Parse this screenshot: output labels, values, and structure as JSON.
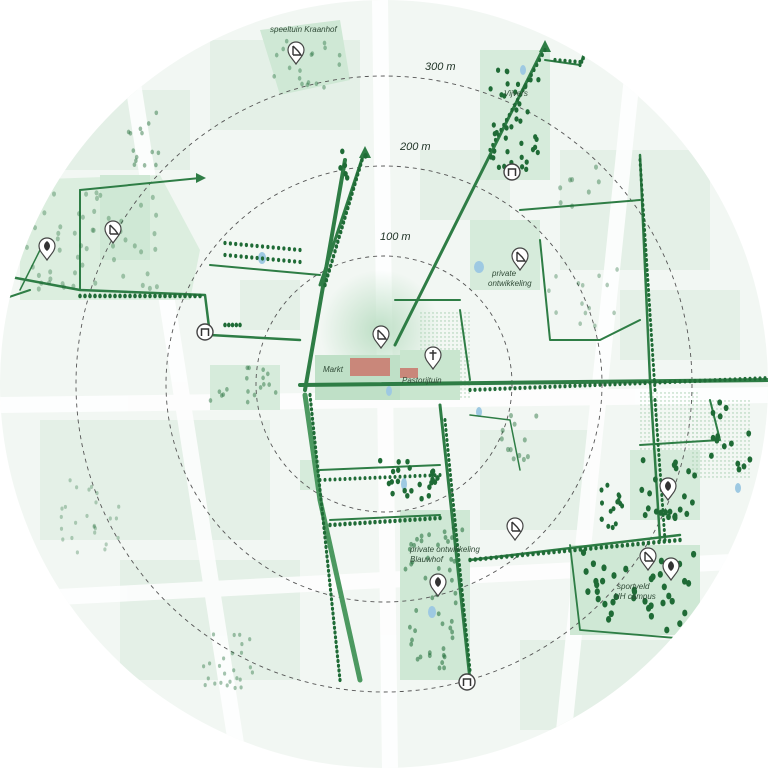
{
  "colors": {
    "background": "#ffffff",
    "map_base": "#f2f7f3",
    "block": "#e2efe5",
    "green_area": "#c9e6cf",
    "route": "#2e7d45",
    "tree": "#1f6b36",
    "water": "#9ec9e2",
    "building_highlight": "#c9877a",
    "ring": "#555555"
  },
  "rings": [
    {
      "label": "100 m"
    },
    {
      "label": "200 m"
    },
    {
      "label": "300 m"
    }
  ],
  "places": {
    "speeltuin": "speeltuin Kraanhof",
    "vijvers": "Vijvers",
    "markt": "Markt",
    "pastorijtuin": "Pastorijtuin",
    "private_1": "private",
    "private_1b": "ontwikkeling",
    "private_2": "private ontwikkeling",
    "private_2b": "Blauwhof",
    "sportveld": "sportveld",
    "sportveld_b": "HH campus"
  },
  "icons": {
    "entrance": "entrance-gate-icon",
    "playground": "playground-marker-icon",
    "church": "cross-marker-icon",
    "leaf": "leaf-marker-icon"
  }
}
